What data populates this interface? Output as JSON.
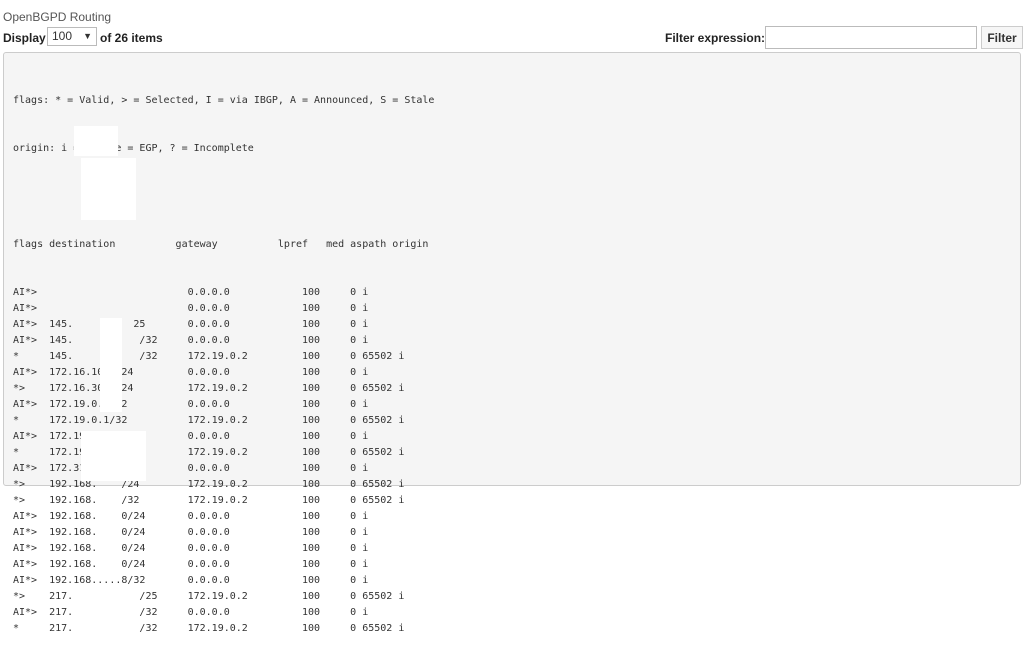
{
  "page": {
    "title": "OpenBGPD Routing"
  },
  "toolbar": {
    "display_label": "Display",
    "display_value": "100",
    "of_items": "of 26 items",
    "filter_label": "Filter expression:",
    "filter_value": "",
    "filter_button": "Filter"
  },
  "legend": {
    "flags": "flags: * = Valid, > = Selected, I = via IBGP, A = Announced, S = Stale",
    "origin": "origin: i = IGP, e = EGP, ? = Incomplete"
  },
  "table": {
    "header": "flags destination          gateway          lpref   med aspath origin",
    "rows": [
      "AI*>                         0.0.0.0            100     0 i",
      "AI*>                         0.0.0.0            100     0 i",
      "AI*>  145.          25       0.0.0.0            100     0 i",
      "AI*>  145.           /32     0.0.0.0            100     0 i",
      "*     145.           /32     172.19.0.2         100     0 65502 i",
      "AI*>  172.16.10.0/24         0.0.0.0            100     0 i",
      "*>    172.16.30.0/24         172.19.0.2         100     0 65502 i",
      "AI*>  172.19.0.1/32          0.0.0.0            100     0 i",
      "*     172.19.0.1/32          172.19.0.2         100     0 65502 i",
      "AI*>  172.19.0.2/32          0.0.0.0            100     0 i",
      "*     172.19.0.2/32          172.19.0.2         100     0 65502 i",
      "AI*>  172.31.0.0/16          0.0.0.0            100     0 i",
      "*>    192.168.    /24        172.19.0.2         100     0 65502 i",
      "*>    192.168.    /32        172.19.0.2         100     0 65502 i",
      "AI*>  192.168.    0/24       0.0.0.0            100     0 i",
      "AI*>  192.168.    0/24       0.0.0.0            100     0 i",
      "AI*>  192.168.    0/24       0.0.0.0            100     0 i",
      "AI*>  192.168.    0/24       0.0.0.0            100     0 i",
      "AI*>  192.168.....8/32       0.0.0.0            100     0 i",
      "*>    217.           /25     172.19.0.2         100     0 65502 i",
      "AI*>  217.           /32     0.0.0.0            100     0 i",
      "*     217.           /32     172.19.0.2         100     0 65502 i"
    ]
  }
}
